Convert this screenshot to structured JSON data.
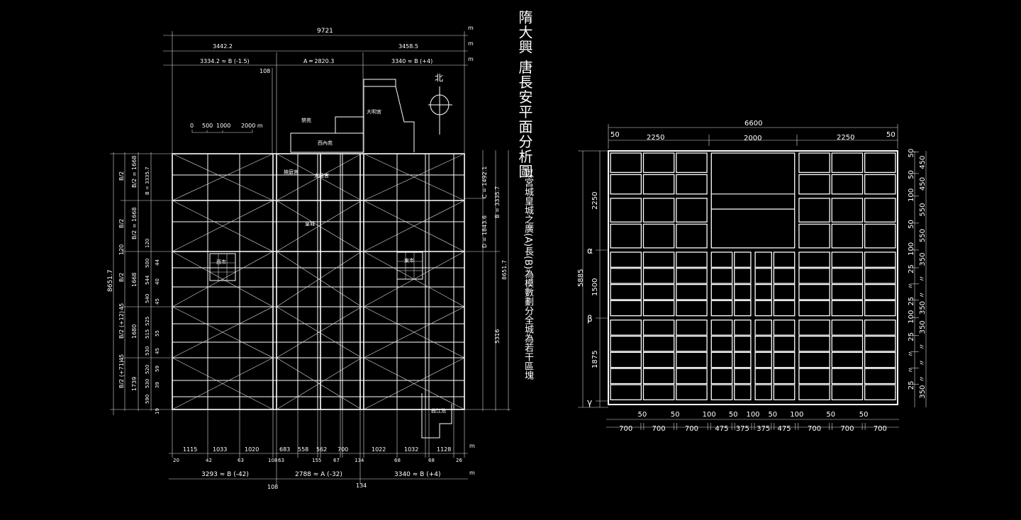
{
  "title": "隋大興 唐長安平面分析圖",
  "subtitle": "以宮城皇城之廣(A)長(B)為模數劃分全城為若干區塊",
  "left_plan": {
    "unit": "m",
    "top": {
      "total": "9721",
      "west": "3442.2",
      "east": "3458.5",
      "w1": "3334.2 ≈ B (-1.5)",
      "w2": "A ═ 2820.3",
      "w3": "3340 ≈ B (+4)",
      "gap": "108"
    },
    "scale_bar": [
      "0",
      "500",
      "1000",
      "2000 m"
    ],
    "north": "北",
    "places": {
      "daming": "大明宮",
      "jinyuan": "禁苑",
      "xineiyuan": "西內苑",
      "taiji": "太極宮",
      "yeting": "掖庭宮",
      "huangcheng": "皇城",
      "xishi": "西市",
      "dongshi": "東市",
      "qujiang": "曲江池"
    },
    "left_dims": {
      "total": "8651.7",
      "col1": [
        "B/2",
        "B/2",
        "B/2",
        "B/2 (+12)",
        "B/2 (+71)",
        "120",
        "45",
        "45"
      ],
      "col2": [
        "B/2 = 1668",
        "B/2 = 1668",
        "1668",
        "1680",
        "1739"
      ],
      "col3": [
        "B = 3335.7",
        "120",
        "500",
        "544",
        "540",
        "525",
        "515",
        "530",
        "520",
        "530",
        "590"
      ],
      "col4": [
        "44",
        "40",
        "45",
        "55",
        "45",
        "59",
        "39",
        "19"
      ]
    },
    "right_dims": {
      "c": "C = 1492.1",
      "d": "D = 1843.6",
      "b": "B = 3335.7",
      "total": "8651.7",
      "south": "5316"
    },
    "bottom": {
      "spans": [
        "1115",
        "1033",
        "1020",
        "683",
        "558",
        "562",
        "700",
        "1022",
        "1032",
        "1128"
      ],
      "gaps": [
        "20",
        "42",
        "63",
        "108",
        "63",
        "155",
        "67",
        "134",
        "68",
        "68",
        "26"
      ],
      "parts": [
        "3293 ≈ B (-42)",
        "2788 ≈ A (-32)",
        "3340 ≈ B (+4)"
      ],
      "g1": "108",
      "g2": "134"
    }
  },
  "right_plan": {
    "top": {
      "total": "6600",
      "parts": [
        "50",
        "2250",
        "2000",
        "2250",
        "50"
      ]
    },
    "left": {
      "total": "5885",
      "parts": [
        "2250",
        "1500",
        "1875"
      ],
      "markers": [
        "α",
        "β",
        "γ"
      ]
    },
    "right_inner": [
      "50",
      "50",
      "100",
      "50",
      "100",
      "25",
      "〃",
      "25",
      "100",
      "25",
      "〃",
      "〃",
      "25"
    ],
    "right_outer": [
      "450",
      "450",
      "550",
      "550",
      "350",
      "〃",
      "〃",
      "350",
      "350",
      "〃",
      "〃",
      "〃",
      "350"
    ],
    "bottom_gaps": [
      "50",
      "50",
      "100",
      "50",
      "100",
      "50",
      "100",
      "50",
      "50"
    ],
    "bottom_widths": [
      "700",
      "700",
      "700",
      "475",
      "375",
      "375",
      "475",
      "700",
      "700",
      "700"
    ]
  }
}
